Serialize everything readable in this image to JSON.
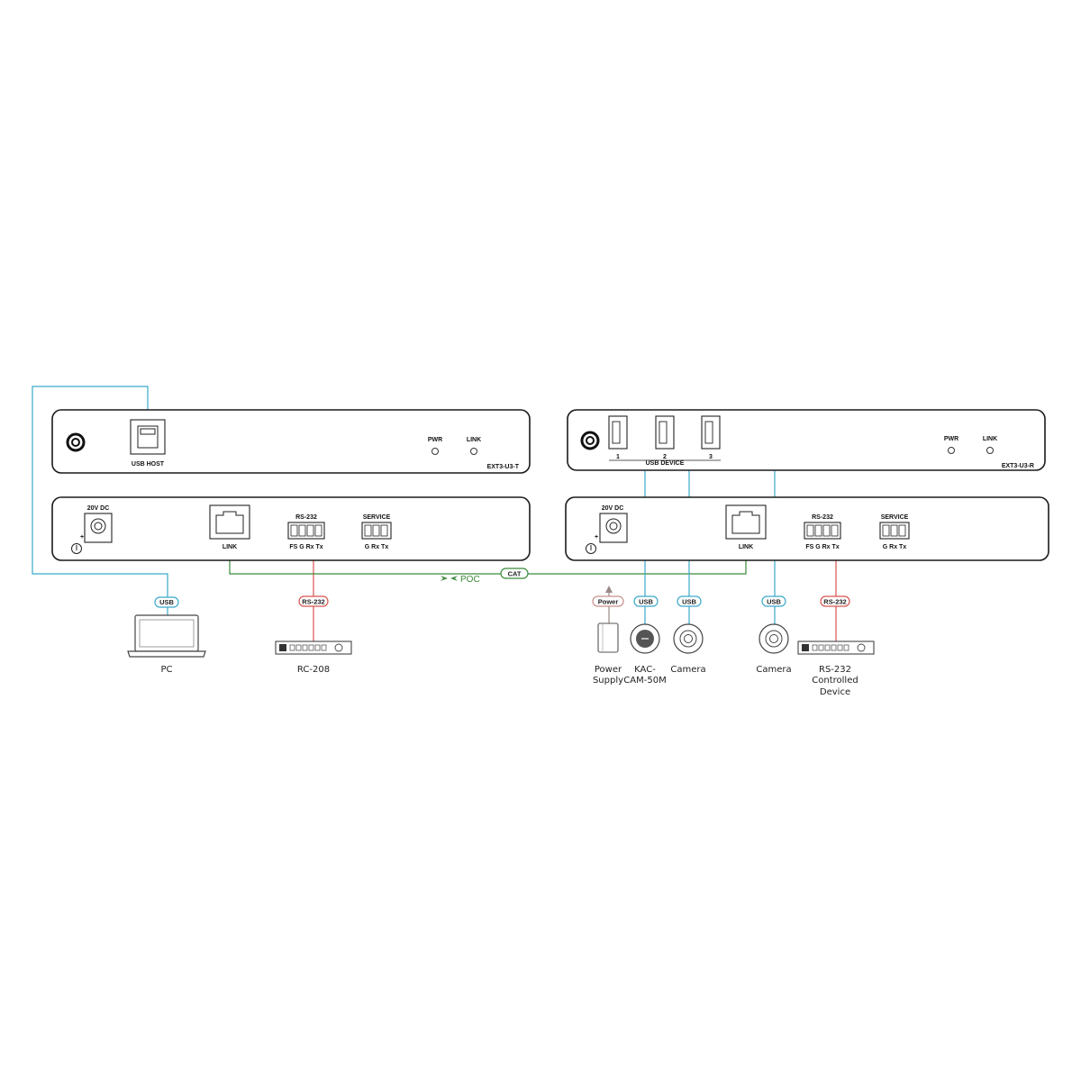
{
  "transmitter": {
    "model": "EXT3-U3-T",
    "usb_host_label": "USB HOST",
    "pwr_label": "PWR",
    "link_led_label": "LINK",
    "dc_label": "20V DC",
    "plus": "+",
    "link_port_label": "LINK",
    "rs232_label": "RS-232",
    "rs232_pins": "FS  G  Rx  Tx",
    "service_label": "SERVICE",
    "service_pins": "G  Rx  Tx"
  },
  "receiver": {
    "model": "EXT3-U3-R",
    "usb_device_label": "USB DEVICE",
    "port_numbers": [
      "1",
      "2",
      "3"
    ],
    "pwr_label": "PWR",
    "link_led_label": "LINK",
    "dc_label": "20V DC",
    "plus": "+",
    "link_port_label": "LINK",
    "rs232_label": "RS-232",
    "rs232_pins": "FS  G  Rx  Tx",
    "service_label": "SERVICE",
    "service_pins": "G  Rx  Tx"
  },
  "connections": {
    "usb": "USB",
    "rs232": "RS-232",
    "cat": "CAT",
    "poc": "POC",
    "power": "Power"
  },
  "devices": {
    "pc": "PC",
    "rc208": "RC-208",
    "power_supply_1": "Power",
    "power_supply_2": "Supply",
    "kac_1": "KAC-",
    "kac_2": "CAM-50M",
    "camera_a": "Camera",
    "camera_b": "Camera",
    "rs232_dev_1": "RS-232",
    "rs232_dev_2": "Controlled",
    "rs232_dev_3": "Device"
  },
  "colors": {
    "usb": "#3aa9c9",
    "rs232": "#d9534f",
    "cat": "#3b8a3b",
    "power": "#9a8a86"
  }
}
